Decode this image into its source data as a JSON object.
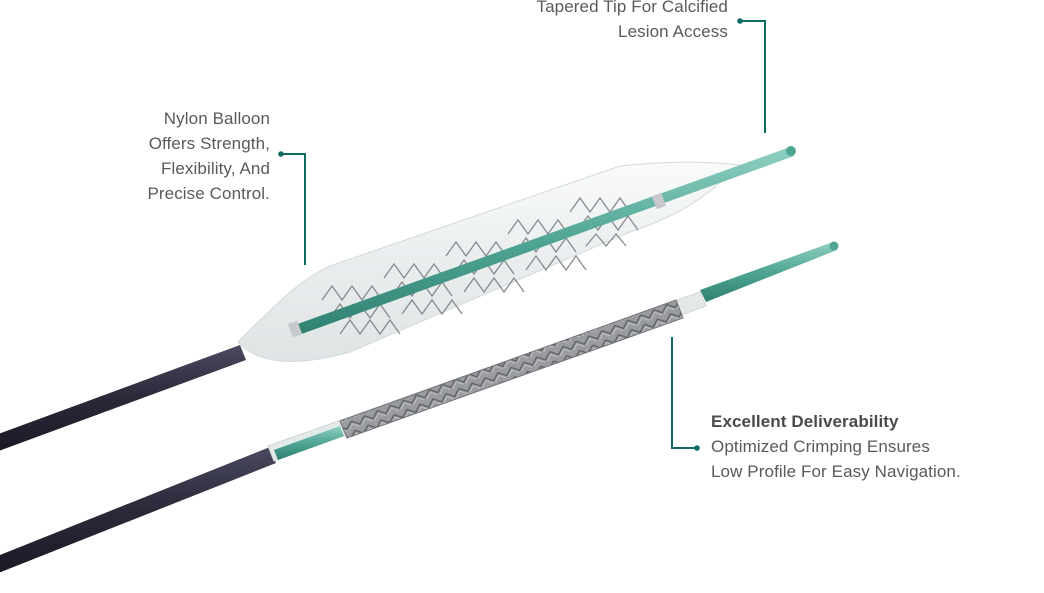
{
  "callouts": {
    "tip": {
      "lines": [
        "Tapered Tip For Calcified",
        "Lesion Access"
      ]
    },
    "balloon": {
      "lines": [
        "Nylon Balloon",
        "Offers Strength,",
        "Flexibility, And",
        "Precise Control."
      ]
    },
    "deliverability": {
      "heading": "Excellent Deliverability",
      "lines": [
        "Optimized Crimping Ensures",
        "Low Profile For Easy Navigation."
      ]
    }
  },
  "colors": {
    "accent_teal": "#0e6b62",
    "catheter_shaft": "#2c2b3d",
    "teal_tube": "#5eb3a2",
    "stent_metal": "#8a8c92",
    "balloon_film": "#eef1f2",
    "text": "#5a5a5a"
  },
  "icons": {
    "callout_marker": "teal-dot",
    "product": "balloon-expandable-stent-catheter"
  }
}
